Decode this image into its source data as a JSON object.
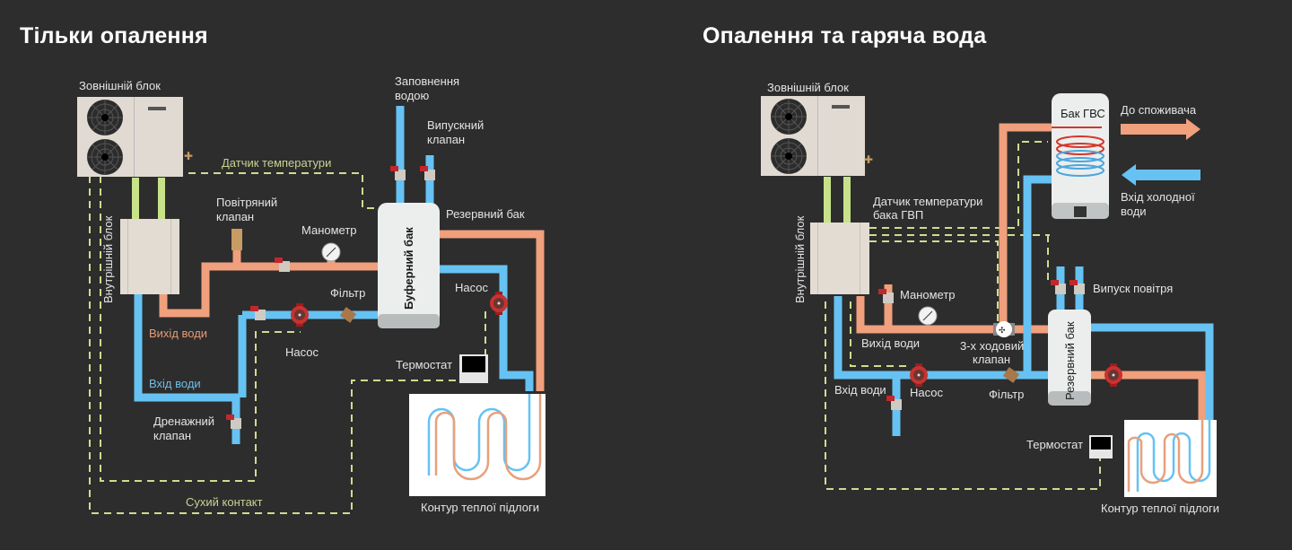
{
  "colors": {
    "background": "#2d2d2d",
    "hot_pipe": "#f0a07c",
    "cold_pipe": "#66c2f2",
    "refrigerant_pipe": "#c8e28a",
    "signal_wire": "#cddd8e",
    "tank": "#eceeee",
    "pump": "#c0282b"
  },
  "left": {
    "title": "Тільки опалення",
    "labels": {
      "outdoor_unit": "Зовнішній блок",
      "indoor_unit": "Внутрішній блок",
      "temp_sensor": "Датчик температури",
      "air_valve_1": "Повітряний",
      "air_valve_2": "клапан",
      "manometer": "Манометр",
      "water_fill_1": "Заповнення",
      "water_fill_2": "водою",
      "outlet_valve_1": "Випускний",
      "outlet_valve_2": "клапан",
      "buffer_tank": "Буферний бак",
      "reserve_tank": "Резервний бак",
      "filter": "Фільтр",
      "pump_main": "Насос",
      "pump_floor": "Насос",
      "water_out": "Вихід води",
      "water_in": "Вхід води",
      "thermostat": "Термостат",
      "drain_valve_1": "Дренажний",
      "drain_valve_2": "клапан",
      "dry_contact": "Сухий контакт",
      "floor_circuit": "Контур теплої підлоги"
    }
  },
  "right": {
    "title": "Опалення та гаряча вода",
    "labels": {
      "outdoor_unit": "Зовнішній блок",
      "indoor_unit": "Внутрішній блок",
      "dhw_tank": "Бак ГВС",
      "to_consumer": "До споживача",
      "cold_in_1": "Вхід холодної",
      "cold_in_2": "води",
      "dhw_sensor_1": "Датчик температури",
      "dhw_sensor_2": "бака ГВП",
      "manometer": "Манометр",
      "air_release": "Випуск повітря",
      "water_out": "Вихід води",
      "three_way_1": "3-х ходовий",
      "three_way_2": "клапан",
      "reserve_tank": "Резервний бак",
      "water_in": "Вхід води",
      "pump": "Насос",
      "filter": "Фільтр",
      "thermostat": "Термостат",
      "floor_circuit": "Контур теплої підлоги"
    }
  }
}
